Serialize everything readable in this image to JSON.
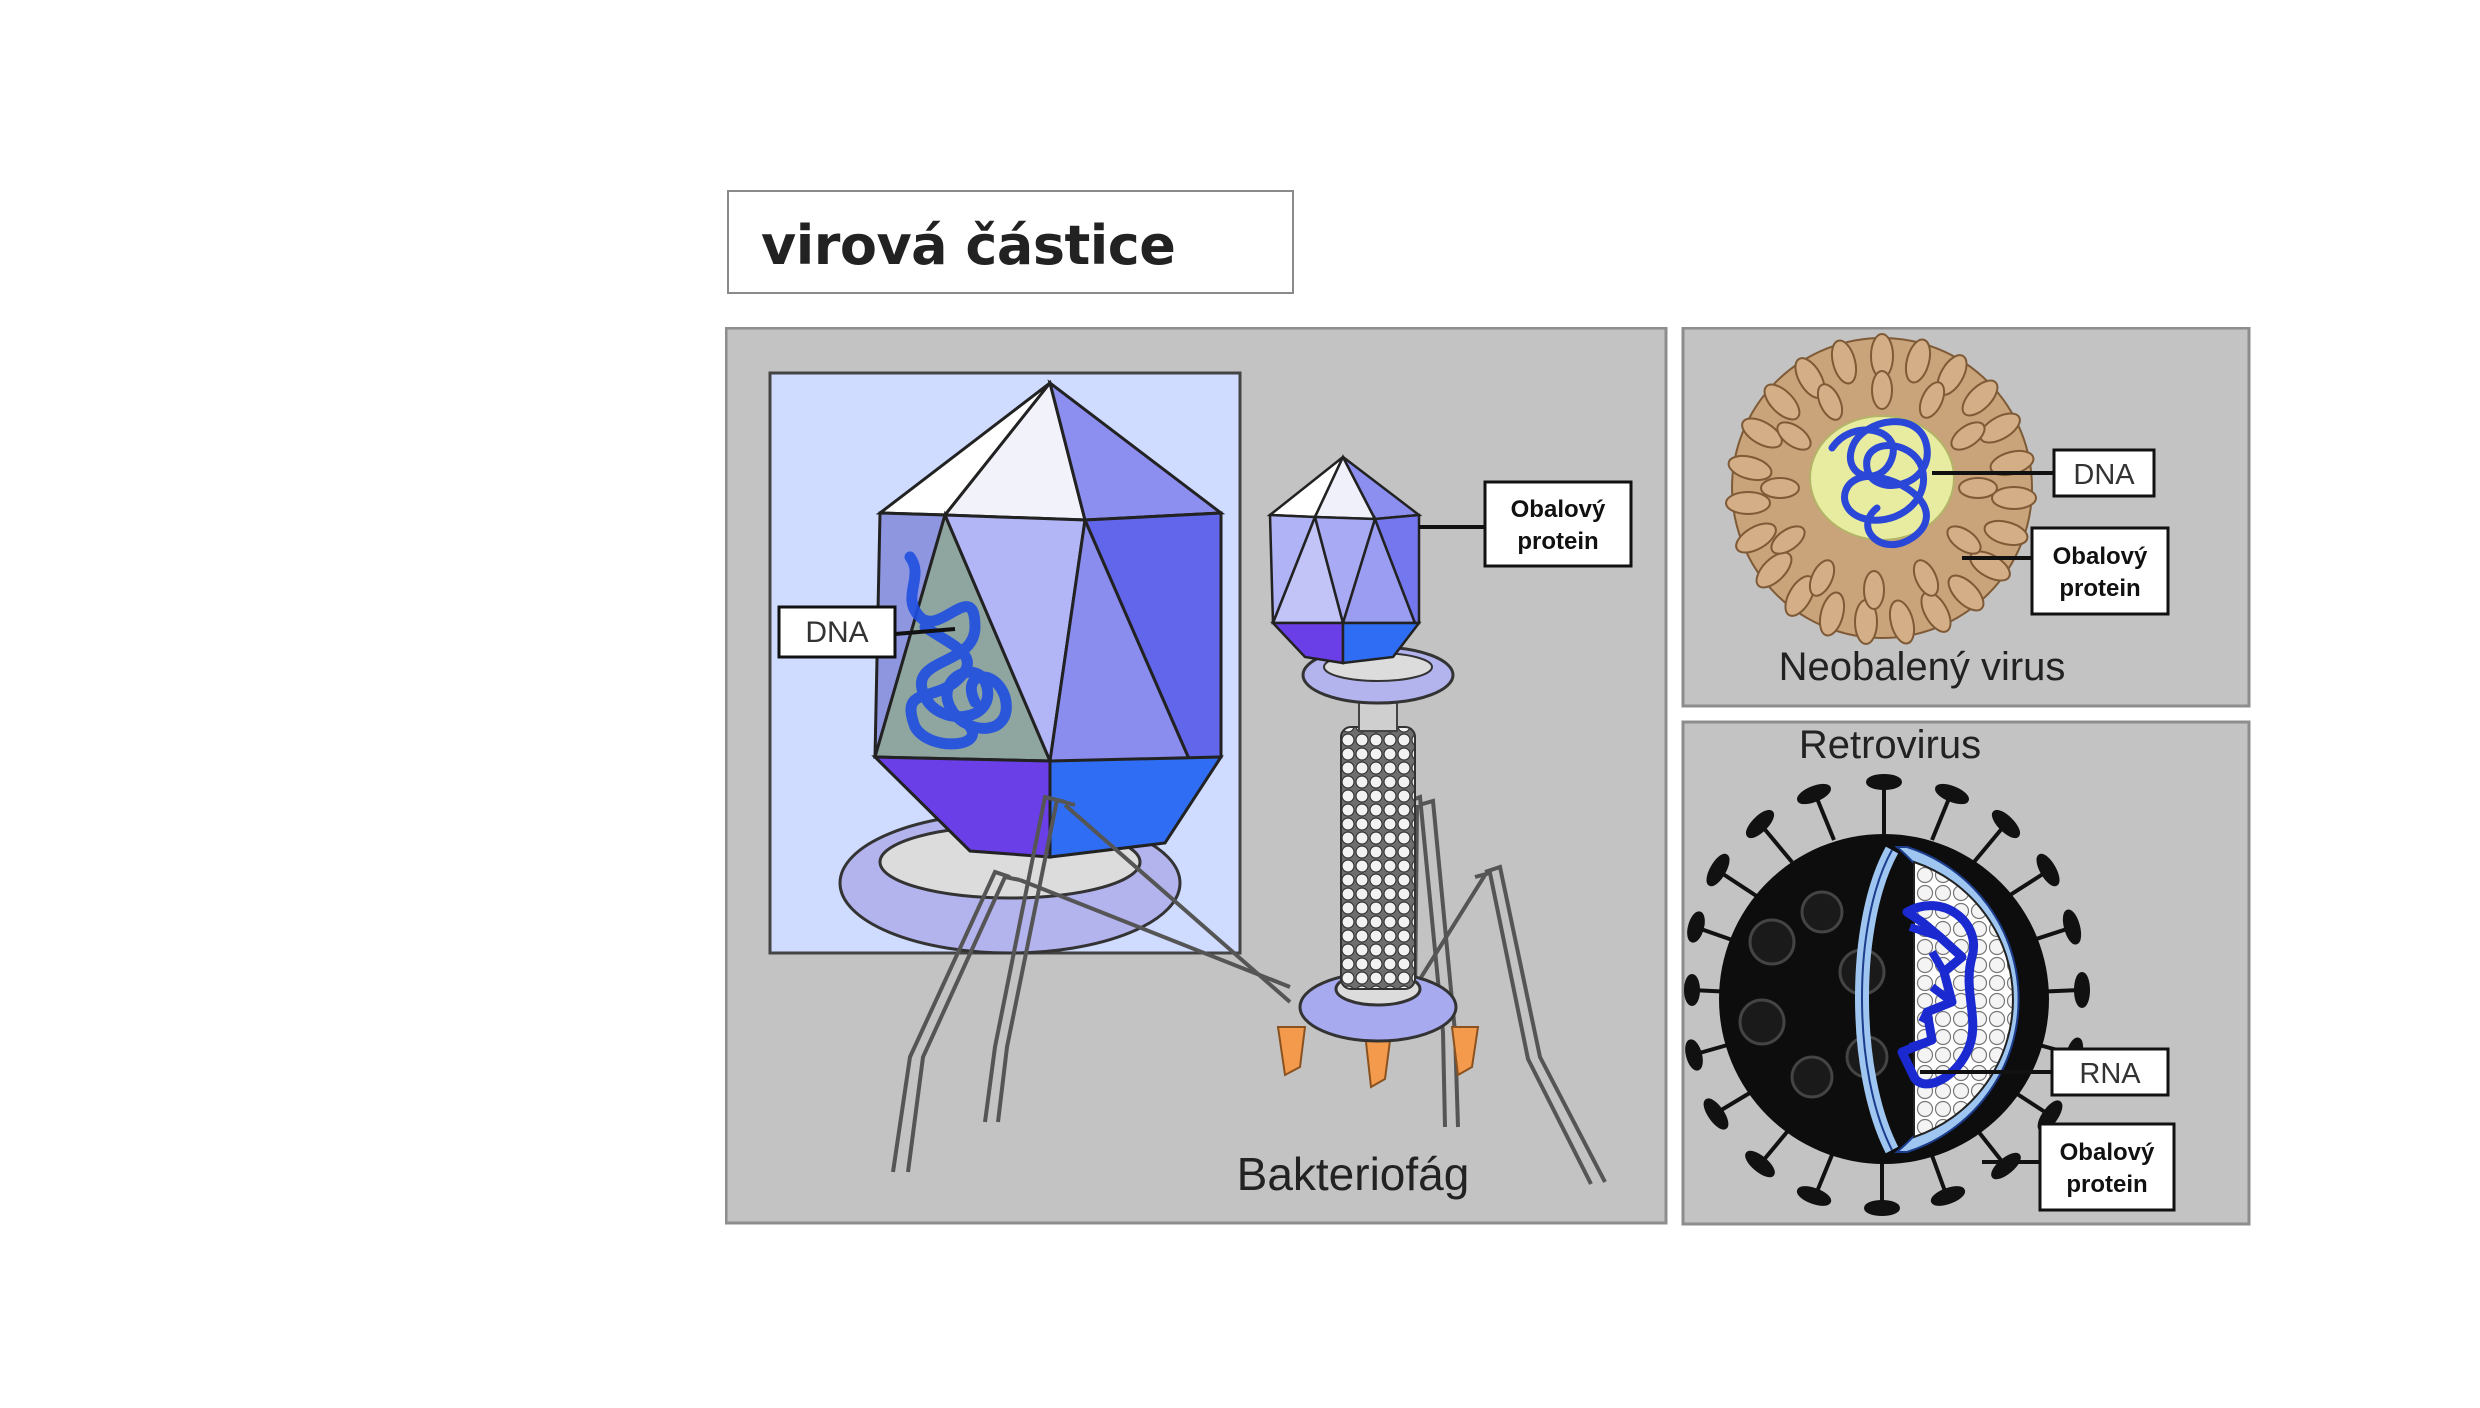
{
  "title": "virová částice",
  "panels": {
    "bacteriophage": {
      "caption": "Bakteriofág",
      "label_dna": "DNA",
      "label_coat_line1": "Obalový",
      "label_coat_line2": "protein"
    },
    "non_enveloped": {
      "caption": "Neobalený virus",
      "label_dna": "DNA",
      "label_coat_line1": "Obalový",
      "label_coat_line2": "protein"
    },
    "retrovirus": {
      "caption": "Retrovirus",
      "label_rna": "RNA",
      "label_coat_line1": "Obalový",
      "label_coat_line2": "protein"
    }
  },
  "colors": {
    "panel_bg": "#c3c3c3",
    "capsid_light": "#b7b9f5",
    "capsid_mid": "#8f92ec",
    "capsid_dark": "#6a4ce6",
    "capsid_blue": "#3a6cf0",
    "nucleic_acid": "#1a3ad6",
    "tail_collar_orange": "#f39a4c",
    "coat_tan": "#c9a37a",
    "retro_membrane": "#9ec6f0"
  }
}
